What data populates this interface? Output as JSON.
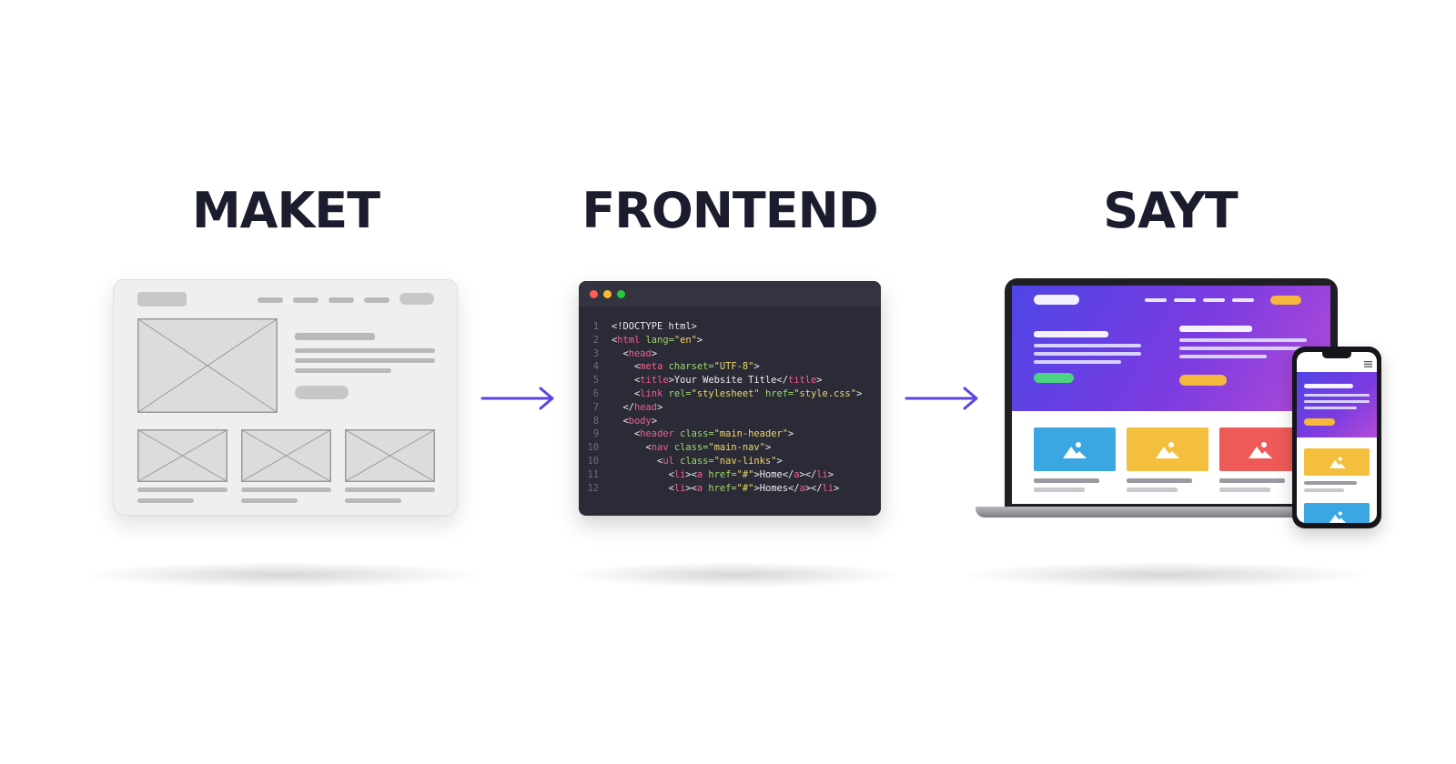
{
  "stages": [
    {
      "title": "MAKET"
    },
    {
      "title": "FRONTEND"
    },
    {
      "title": "SAYT"
    }
  ],
  "colors": {
    "title": "#1b1c2e",
    "arrow": "#5b45e0",
    "code_tag": "#f25f8e",
    "code_attr": "#9fd86a",
    "code_string": "#f0d86a",
    "hero_gradient_start": "#4f45e6",
    "hero_gradient_end": "#b34bd8",
    "card_blue": "#3aa7e3",
    "card_yellow": "#f3bf3c",
    "card_red": "#ee5a57",
    "button_green": "#4cd381",
    "button_orange": "#f5b83d"
  },
  "code_editor": {
    "window_dots": [
      "#ff5f57",
      "#febc2e",
      "#28c840"
    ],
    "lines": [
      {
        "num": "1",
        "indent": "",
        "tokens": [
          {
            "t": "<!DOCTYPE html>",
            "c": "t-doc"
          }
        ]
      },
      {
        "num": "2",
        "indent": "",
        "tokens": [
          {
            "t": "<",
            "c": "t-doc"
          },
          {
            "t": "html",
            "c": "t-tag"
          },
          {
            "t": " lang=",
            "c": "t-attr"
          },
          {
            "t": "\"en\"",
            "c": "t-str"
          },
          {
            "t": ">",
            "c": "t-doc"
          }
        ]
      },
      {
        "num": "3",
        "indent": "  ",
        "tokens": [
          {
            "t": "<",
            "c": "t-doc"
          },
          {
            "t": "head",
            "c": "t-tag"
          },
          {
            "t": ">",
            "c": "t-doc"
          }
        ]
      },
      {
        "num": "4",
        "indent": "    ",
        "tokens": [
          {
            "t": "<",
            "c": "t-doc"
          },
          {
            "t": "meta",
            "c": "t-tag"
          },
          {
            "t": " charset=",
            "c": "t-attr"
          },
          {
            "t": "\"UTF-8\"",
            "c": "t-str"
          },
          {
            "t": ">",
            "c": "t-doc"
          }
        ]
      },
      {
        "num": "5",
        "indent": "    ",
        "tokens": [
          {
            "t": "<",
            "c": "t-doc"
          },
          {
            "t": "title",
            "c": "t-tag"
          },
          {
            "t": ">Your Website Title</",
            "c": "t-text"
          },
          {
            "t": "title",
            "c": "t-tag"
          },
          {
            "t": ">",
            "c": "t-doc"
          }
        ]
      },
      {
        "num": "6",
        "indent": "    ",
        "tokens": [
          {
            "t": "<",
            "c": "t-doc"
          },
          {
            "t": "link",
            "c": "t-tag"
          },
          {
            "t": " rel=",
            "c": "t-attr"
          },
          {
            "t": "\"stylesheet\"",
            "c": "t-str"
          },
          {
            "t": " href=",
            "c": "t-attr"
          },
          {
            "t": "\"style.css\"",
            "c": "t-str"
          },
          {
            "t": ">",
            "c": "t-doc"
          }
        ]
      },
      {
        "num": "7",
        "indent": "  ",
        "tokens": [
          {
            "t": "</",
            "c": "t-doc"
          },
          {
            "t": "head",
            "c": "t-tag"
          },
          {
            "t": ">",
            "c": "t-doc"
          }
        ]
      },
      {
        "num": "8",
        "indent": "  ",
        "tokens": [
          {
            "t": "<",
            "c": "t-doc"
          },
          {
            "t": "body",
            "c": "t-tag"
          },
          {
            "t": ">",
            "c": "t-doc"
          }
        ]
      },
      {
        "num": "9",
        "indent": "    ",
        "tokens": [
          {
            "t": "<",
            "c": "t-doc"
          },
          {
            "t": "header",
            "c": "t-tag"
          },
          {
            "t": " class=",
            "c": "t-attr"
          },
          {
            "t": "\"main-header\"",
            "c": "t-str"
          },
          {
            "t": ">",
            "c": "t-doc"
          }
        ]
      },
      {
        "num": "10",
        "indent": "      ",
        "tokens": [
          {
            "t": "<",
            "c": "t-doc"
          },
          {
            "t": "nav",
            "c": "t-tag"
          },
          {
            "t": " class=",
            "c": "t-attr"
          },
          {
            "t": "\"main-nav\"",
            "c": "t-str"
          },
          {
            "t": ">",
            "c": "t-doc"
          }
        ]
      },
      {
        "num": "10",
        "indent": "        ",
        "tokens": [
          {
            "t": "<",
            "c": "t-doc"
          },
          {
            "t": "ul",
            "c": "t-tag"
          },
          {
            "t": " class=",
            "c": "t-attr"
          },
          {
            "t": "\"nav-links\"",
            "c": "t-str"
          },
          {
            "t": ">",
            "c": "t-doc"
          }
        ]
      },
      {
        "num": "11",
        "indent": "          ",
        "tokens": [
          {
            "t": "<",
            "c": "t-doc"
          },
          {
            "t": "li",
            "c": "t-tag"
          },
          {
            "t": "><",
            "c": "t-doc"
          },
          {
            "t": "a",
            "c": "t-tag"
          },
          {
            "t": " href=",
            "c": "t-attr"
          },
          {
            "t": "\"#\"",
            "c": "t-str"
          },
          {
            "t": ">Home</",
            "c": "t-text"
          },
          {
            "t": "a",
            "c": "t-tag"
          },
          {
            "t": "></",
            "c": "t-doc"
          },
          {
            "t": "li",
            "c": "t-tag"
          },
          {
            "t": ">",
            "c": "t-doc"
          }
        ]
      },
      {
        "num": "12",
        "indent": "          ",
        "tokens": [
          {
            "t": "<",
            "c": "t-doc"
          },
          {
            "t": "li",
            "c": "t-tag"
          },
          {
            "t": "><",
            "c": "t-doc"
          },
          {
            "t": "a",
            "c": "t-tag"
          },
          {
            "t": " href=",
            "c": "t-attr"
          },
          {
            "t": "\"#\"",
            "c": "t-str"
          },
          {
            "t": ">Homes</",
            "c": "t-text"
          },
          {
            "t": "a",
            "c": "t-tag"
          },
          {
            "t": "></",
            "c": "t-doc"
          },
          {
            "t": "li",
            "c": "t-tag"
          },
          {
            "t": ">",
            "c": "t-doc"
          }
        ]
      }
    ]
  },
  "icons": {
    "arrow": "arrow-right-icon",
    "image_placeholder": "image-placeholder-icon",
    "menu": "hamburger-menu-icon",
    "mountain": "mountain-image-icon"
  }
}
